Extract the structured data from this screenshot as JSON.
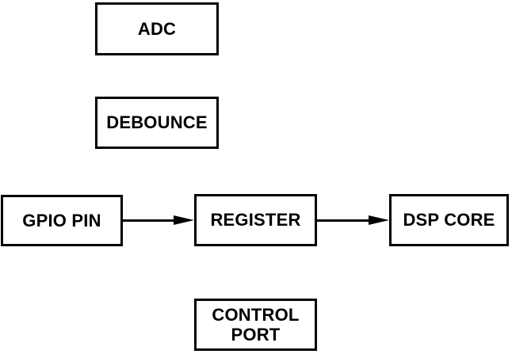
{
  "diagram": {
    "background_color": "#ffffff",
    "line_color": "#000000",
    "nodes": [
      {
        "id": "adc",
        "label": "ADC"
      },
      {
        "id": "debounce",
        "label": "DEBOUNCE"
      },
      {
        "id": "gpio-pin",
        "label": "GPIO PIN"
      },
      {
        "id": "register",
        "label": "REGISTER"
      },
      {
        "id": "dsp-core",
        "label": "DSP CORE"
      },
      {
        "id": "control-port",
        "label": "CONTROL PORT"
      }
    ],
    "edges": [
      {
        "from": "gpio-pin",
        "to": "register",
        "style": "solid-arrow-right"
      },
      {
        "from": "register",
        "to": "dsp-core",
        "style": "solid-arrow-right"
      }
    ]
  }
}
